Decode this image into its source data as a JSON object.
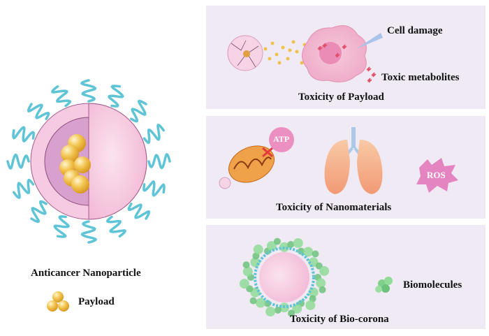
{
  "left": {
    "title": "Anticancer Nanoparticle",
    "legend_label": "Payload"
  },
  "panels": [
    {
      "title": "Toxicity of Payload",
      "labels": {
        "cell_damage": "Cell damage",
        "toxic_metabolites": "Toxic metabolites"
      }
    },
    {
      "title": "Toxicity of Nanomaterials",
      "labels": {
        "atp": "ATP",
        "ros": "ROS"
      }
    },
    {
      "title": "Toxicity of Bio-corona",
      "labels": {
        "biomolecules": "Biomolecules"
      }
    }
  ],
  "colors": {
    "panel": "#efeaf3",
    "chain": "#5ec4d6",
    "shell": "#f5c6df",
    "payload": "#f2c24e"
  }
}
